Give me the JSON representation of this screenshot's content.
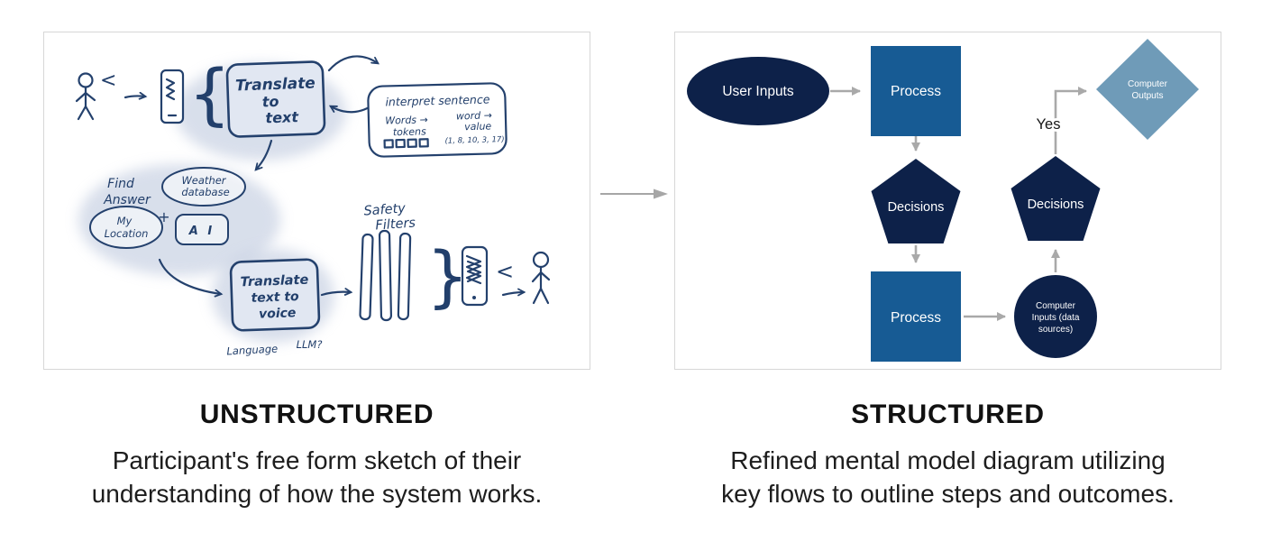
{
  "transform_arrow": {
    "icon": "right-arrow"
  },
  "unstructured": {
    "heading": "UNSTRUCTURED",
    "caption": {
      "line1": "Participant's free form sketch of their",
      "line2": "understanding of how the system works."
    },
    "sketch": {
      "angle_mark_left": "<",
      "brace_open": "{",
      "translate_to_text": {
        "l1": "Translate",
        "l2": "to",
        "l3": "text"
      },
      "interpret_sentence": "interpret  sentence",
      "words_arrow": "Words →",
      "tokens": "tokens",
      "word_arrow": "word →",
      "value": "value",
      "value_list": "(1, 8, 10, 3, 17)",
      "find": "Find",
      "answer": "Answer",
      "weather": "Weather",
      "database": "database",
      "plus": "+",
      "my": "My",
      "location": "Location",
      "ai": "A I",
      "translate_text_to_voice": {
        "l1": "Translate",
        "l2": "text  to",
        "l3": "voice"
      },
      "safety": "Safety",
      "filters": "Filters",
      "brace_close": "}",
      "angle_mark_right": "<",
      "language": "Language",
      "llm": "LLM?"
    }
  },
  "structured": {
    "heading": "STRUCTURED",
    "caption": {
      "line1": "Refined mental model diagram utilizing",
      "line2": "key flows to outline steps and outcomes."
    },
    "flow": {
      "user_inputs": "User Inputs",
      "process_top": "Process",
      "decisions_left": "Decisions",
      "process_bottom": "Process",
      "computer_inputs": {
        "l1": "Computer",
        "l2": "Inputs (data",
        "l3": "sources)"
      },
      "decisions_right": "Decisions",
      "yes": "Yes",
      "computer_outputs": {
        "l1": "Computer",
        "l2": "Outputs"
      }
    },
    "colors": {
      "navy": "#0d2149",
      "process_blue": "#175b94",
      "outputs_blue": "#6f9bb8",
      "arrow_gray": "#a9a9a9"
    }
  }
}
